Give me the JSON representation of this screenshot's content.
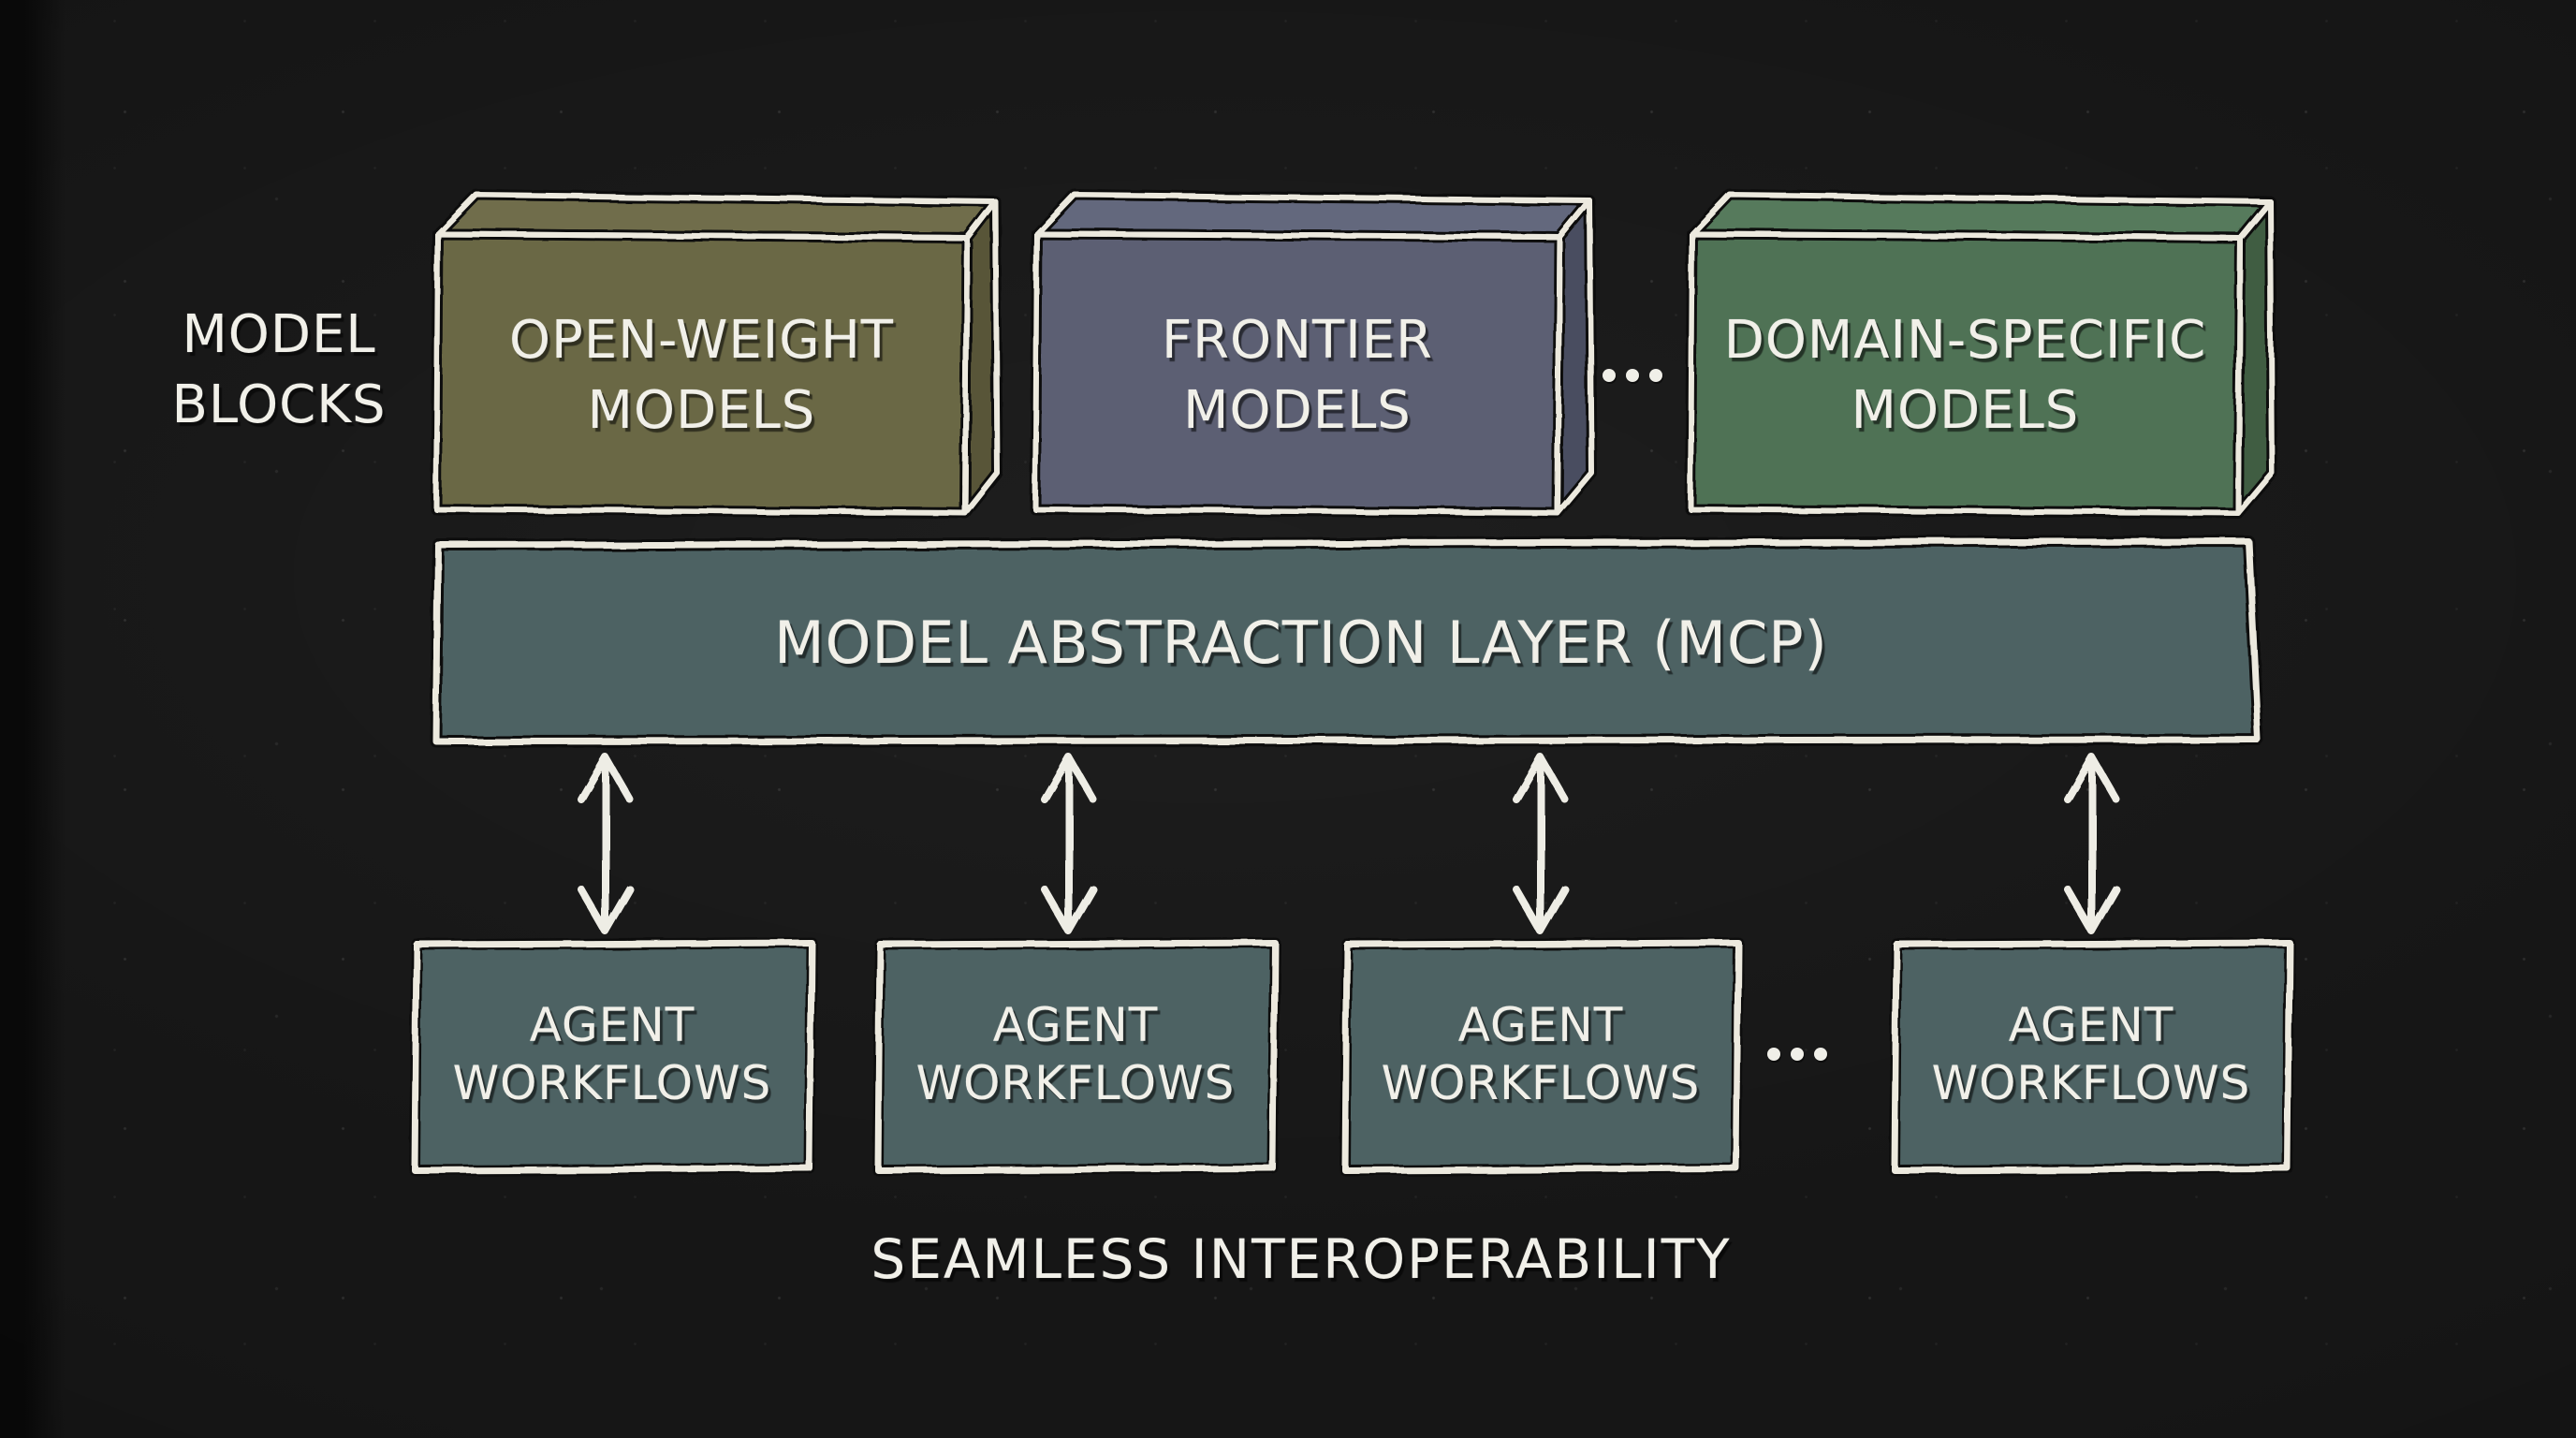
{
  "page": {
    "background_color": "#161616",
    "chalk_color": "#f1f0e9"
  },
  "side_label": {
    "line1": "MODEL",
    "line2": "BLOCKS"
  },
  "model_blocks_row": {
    "items": [
      {
        "name": "open-weight-models",
        "line1": "OPEN-WEIGHT",
        "line2": "MODELS",
        "front_color": "#6b6845",
        "top_color": "#706d4b",
        "side_color": "#585538"
      },
      {
        "name": "frontier-models",
        "line1": "FRONTIER",
        "line2": "MODELS",
        "front_color": "#5b5f73",
        "top_color": "#63677d",
        "side_color": "#4a4e61"
      },
      {
        "name": "domain-specific-models",
        "line1": "DOMAIN-SPECIFIC",
        "line2": "MODELS",
        "front_color": "#4f7254",
        "top_color": "#567a5b",
        "side_color": "#405d43"
      }
    ],
    "ellipsis": "..."
  },
  "abstraction_layer": {
    "label": "MODEL ABSTRACTION LAYER (MCP)",
    "fill_color": "#4d6263"
  },
  "agent_row": {
    "items": [
      {
        "line1": "AGENT",
        "line2": "WORKFLOWS",
        "fill_color": "#4d6263"
      },
      {
        "line1": "AGENT",
        "line2": "WORKFLOWS",
        "fill_color": "#4d6263"
      },
      {
        "line1": "AGENT",
        "line2": "WORKFLOWS",
        "fill_color": "#4d6263"
      },
      {
        "line1": "AGENT",
        "line2": "WORKFLOWS",
        "fill_color": "#4d6263"
      }
    ],
    "ellipsis": "..."
  },
  "footer": {
    "label": "SEAMLESS INTEROPERABILITY"
  }
}
